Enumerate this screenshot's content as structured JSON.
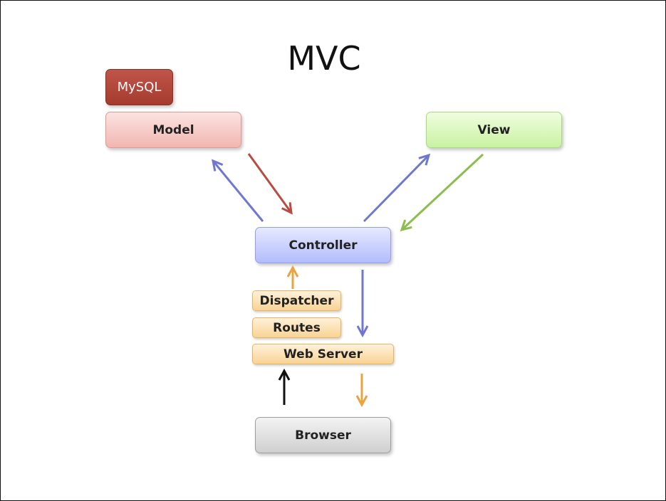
{
  "title": "MVC",
  "nodes": {
    "mysql": "MySQL",
    "model": "Model",
    "view": "View",
    "controller": "Controller",
    "dispatcher": "Dispatcher",
    "routes": "Routes",
    "web_server": "Web Server",
    "browser": "Browser"
  },
  "edges": [
    {
      "from": "Controller",
      "to": "Model",
      "color": "#6f78cf"
    },
    {
      "from": "Model",
      "to": "Controller",
      "color": "#b54d42"
    },
    {
      "from": "Controller",
      "to": "View",
      "color": "#6f78cf"
    },
    {
      "from": "View",
      "to": "Controller",
      "color": "#8bbd4f"
    },
    {
      "from": "Dispatcher",
      "to": "Controller",
      "color": "#e9a43f"
    },
    {
      "from": "Controller",
      "to": "Web Server",
      "color": "#6f78cf"
    },
    {
      "from": "Browser",
      "to": "Web Server",
      "color": "#111111"
    },
    {
      "from": "Web Server",
      "to": "Browser",
      "color": "#e9a43f"
    }
  ],
  "colors": {
    "blue_arrow": "#6f78cf",
    "red_arrow": "#b54d42",
    "green_arrow": "#8bbd4f",
    "orange_arrow": "#e9a43f",
    "black_arrow": "#111111"
  }
}
